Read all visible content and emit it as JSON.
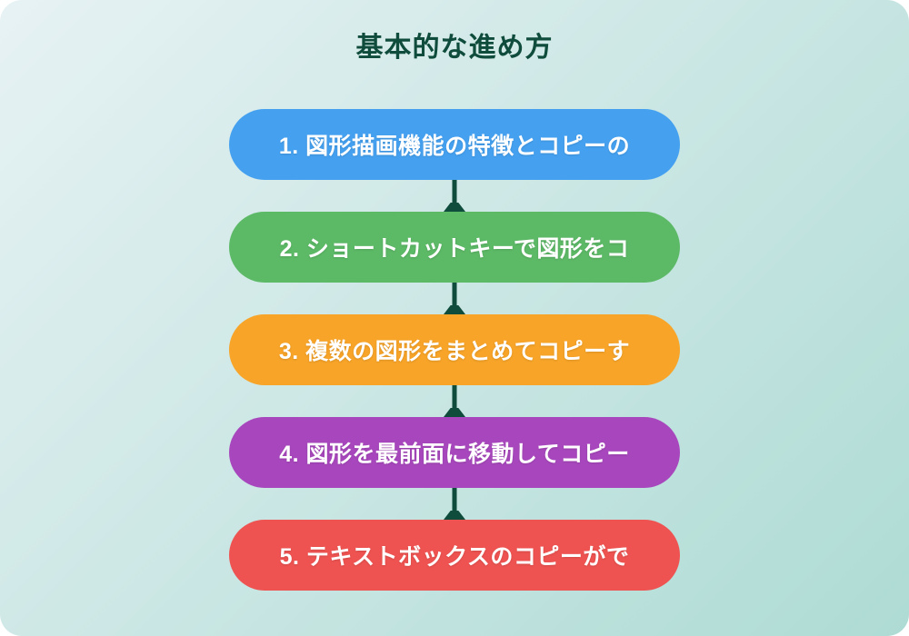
{
  "title": "基本的な進め方",
  "colors": {
    "background_from": "#e7f2f4",
    "background_to": "#aedbd4",
    "title": "#0f4c3b",
    "arrow": "#0f4c3b",
    "step_text": "#ffffff"
  },
  "flow": {
    "steps": [
      {
        "label": "1. 図形描画機能の特徴とコピーの",
        "color": "#45a1f0"
      },
      {
        "label": "2. ショートカットキーで図形をコ",
        "color": "#5cb966"
      },
      {
        "label": "3. 複数の図形をまとめてコピーす",
        "color": "#f7a428"
      },
      {
        "label": "4. 図形を最前面に移動してコピー",
        "color": "#a847bd"
      },
      {
        "label": "5. テキストボックスのコピーがで",
        "color": "#ee5351"
      }
    ]
  }
}
